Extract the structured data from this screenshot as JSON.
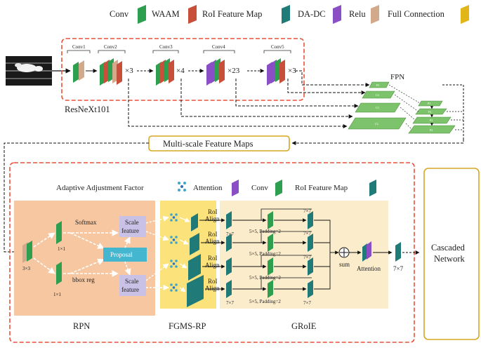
{
  "legend_top": {
    "items": [
      {
        "label": "Conv",
        "color": "#2e9e4f"
      },
      {
        "label": "WAAM",
        "color": "#c8503a"
      },
      {
        "label": "RoI Feature Map",
        "color": "#1f7a78"
      },
      {
        "label": "DA-DC",
        "color": "#8a4fc4"
      },
      {
        "label": "Relu",
        "color": "#d2a98a"
      },
      {
        "label": "Full Connection",
        "color": "#e2b619"
      }
    ]
  },
  "backbone": {
    "name": "ResNeXt101",
    "stages": [
      "Conv1",
      "Conv2",
      "Conv3",
      "Conv4",
      "Conv5"
    ],
    "repeats": [
      "×3",
      "×4",
      "×23",
      "×3"
    ]
  },
  "fpn": {
    "label": "FPN",
    "levels": [
      "P5",
      "C4",
      "C3",
      "C2"
    ],
    "outputs": [
      "P5",
      "P4",
      "P3",
      "P2"
    ]
  },
  "msfm": {
    "label": "Multi-scale Feature Maps"
  },
  "legend_mid": {
    "items": [
      {
        "label": "Adaptive Adjustment Factor"
      },
      {
        "label": "Attention",
        "color": "#8a4fc4"
      },
      {
        "label": "Conv",
        "color": "#2e9e4f"
      },
      {
        "label": "RoI Feature Map",
        "color": "#1f7a78"
      }
    ]
  },
  "rpn": {
    "label": "RPN",
    "k3": "3×3",
    "k1a": "1×1",
    "k1b": "1×1",
    "softmax": "Softmax",
    "bbox": "bbox reg",
    "proposal": "Proposal",
    "scale_top": [
      "Scale",
      "feature"
    ],
    "scale_bot": [
      "Scale",
      "feature"
    ]
  },
  "fgms": {
    "label": "FGMS-RP"
  },
  "groie": {
    "label": "GRoIE",
    "roi_align": [
      "RoI",
      "Align"
    ],
    "size_in": "7×7",
    "conv_label": "5×5, Padding=2",
    "size_out": "7×7",
    "sum": "sum",
    "attention": "Attention",
    "out": "7×7"
  },
  "cascade": {
    "line1": "Cascaded",
    "line2": "Network"
  }
}
